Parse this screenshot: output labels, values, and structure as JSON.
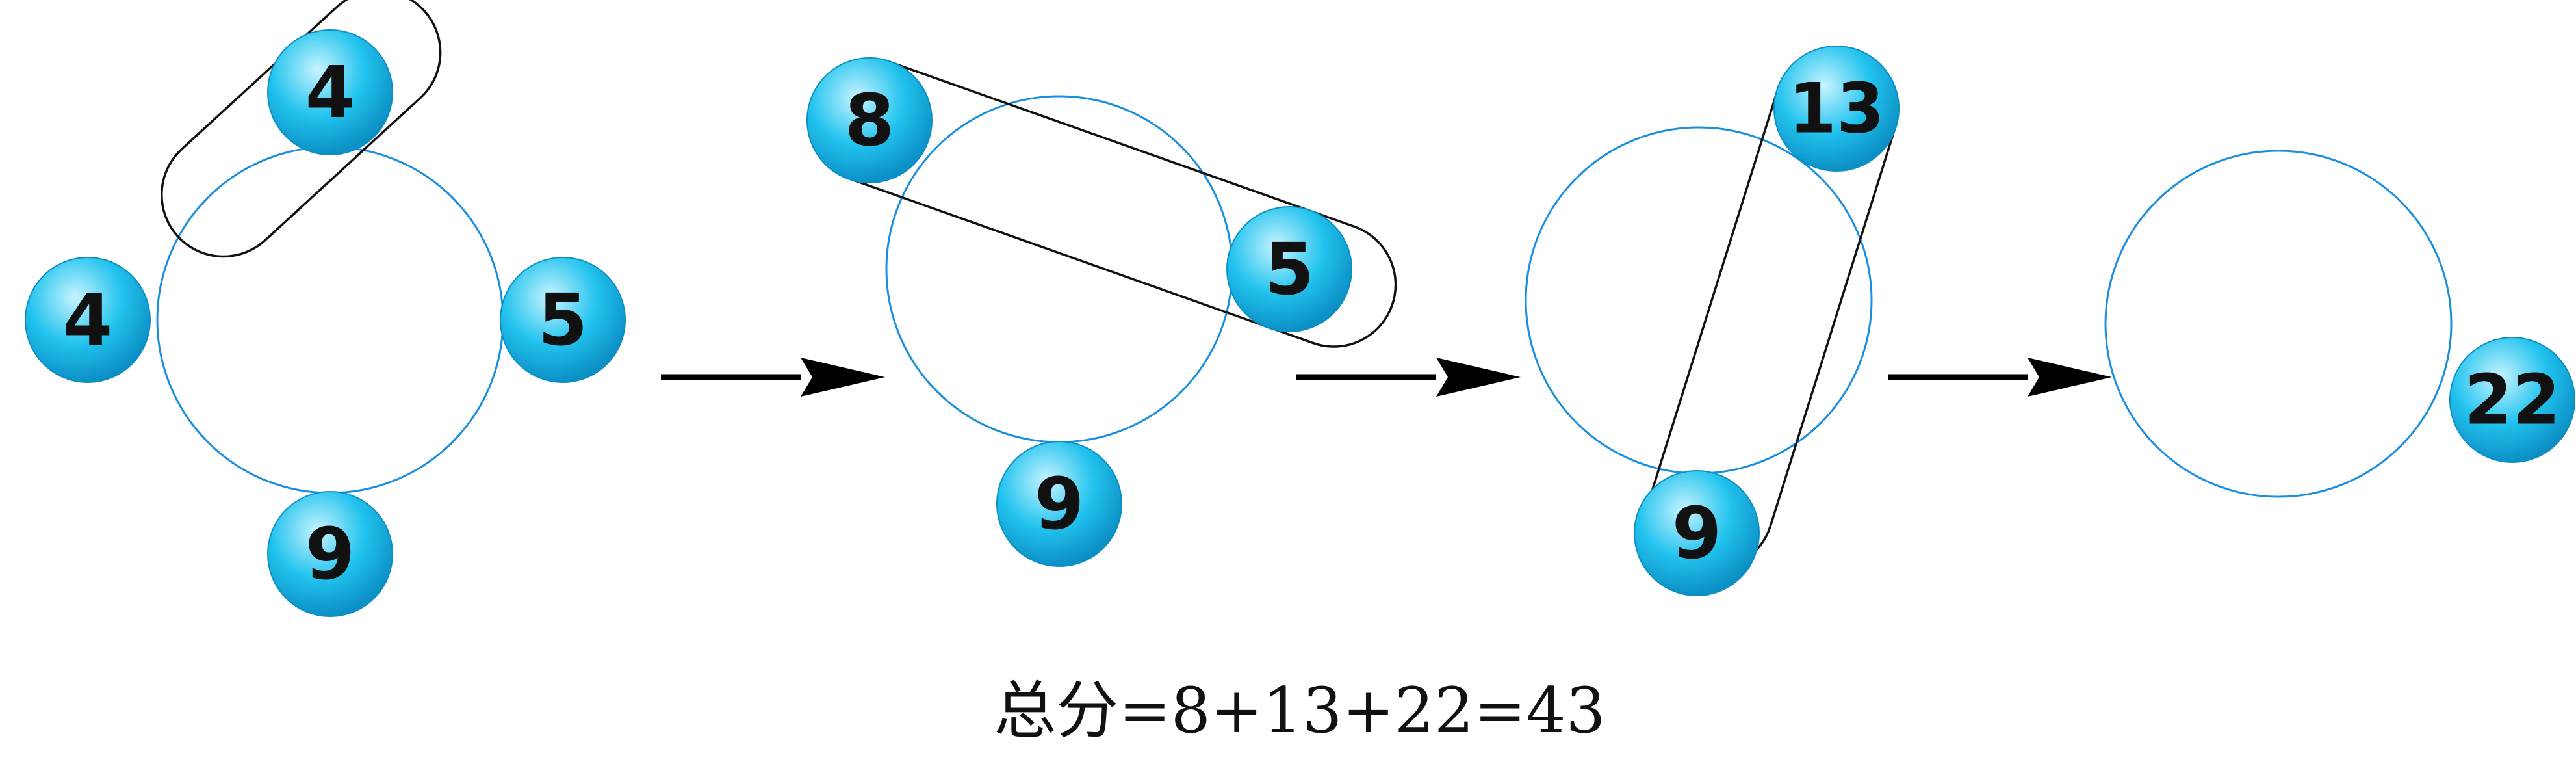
{
  "colors": {
    "ring": "#1a8fe0",
    "ball_light": "#c8f4ff",
    "ball_mid": "#22c3ee",
    "ball_dark": "#0b8fc4",
    "outline": "#111111",
    "arrow": "#000000"
  },
  "stages": [
    {
      "balls": [
        {
          "label": "4"
        },
        {
          "label": "4"
        },
        {
          "label": "5"
        },
        {
          "label": "9"
        }
      ],
      "merged": [
        "4",
        "4"
      ]
    },
    {
      "balls": [
        {
          "label": "8"
        },
        {
          "label": "5"
        },
        {
          "label": "9"
        }
      ],
      "merged": [
        "8",
        "5"
      ]
    },
    {
      "balls": [
        {
          "label": "13"
        },
        {
          "label": "9"
        }
      ],
      "merged": [
        "13",
        "9"
      ]
    },
    {
      "balls": [
        {
          "label": "22"
        }
      ],
      "merged": []
    }
  ],
  "total_text": "总分=8+13+22=43"
}
